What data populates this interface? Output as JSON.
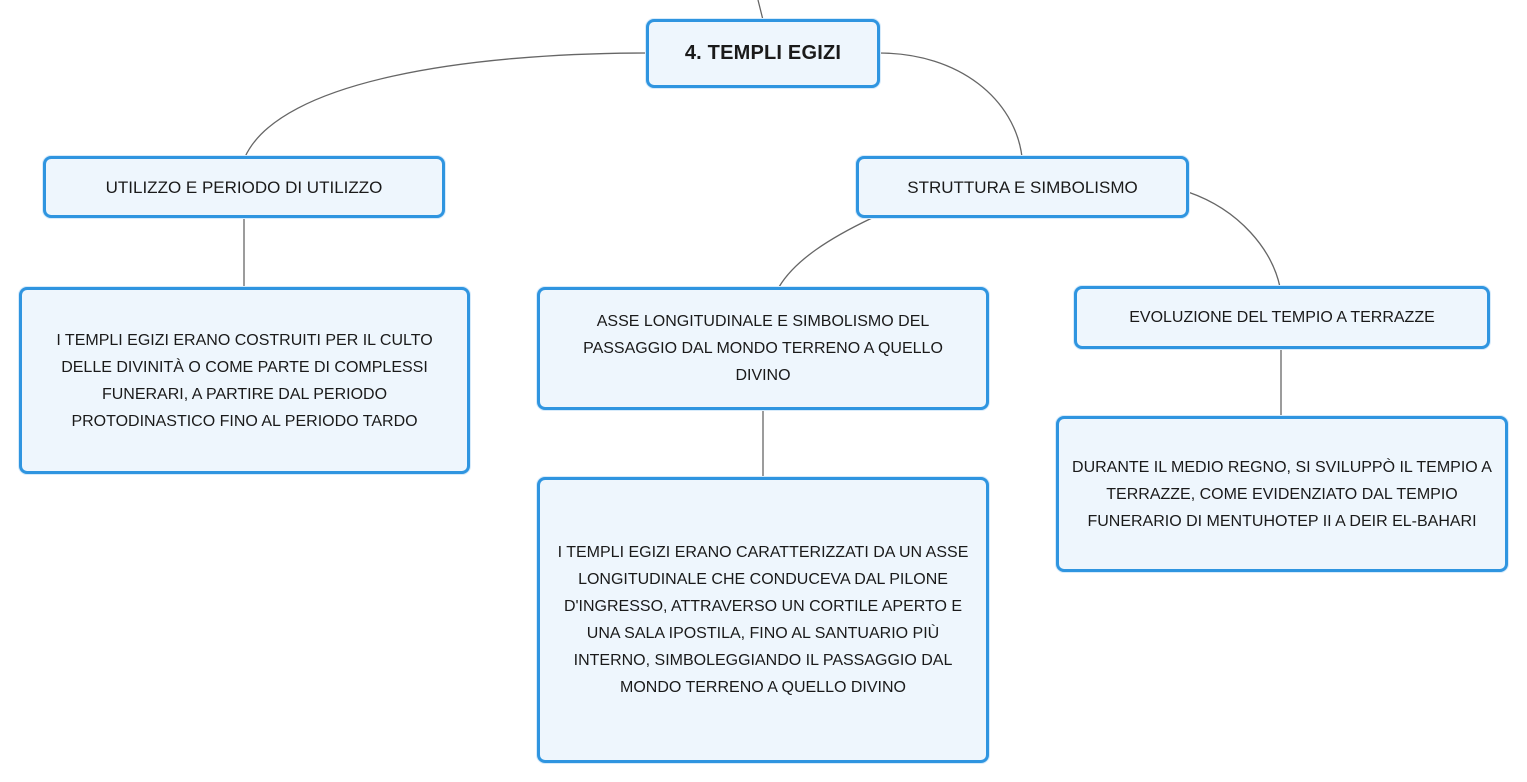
{
  "map": {
    "root": "4. TEMPLI EGIZI",
    "branch_left": "UTILIZZO E PERIODO DI UTILIZZO",
    "branch_left_detail": "I TEMPLI EGIZI ERANO COSTRUITI PER IL CULTO DELLE DIVINITÀ O COME PARTE DI COMPLESSI FUNERARI, A PARTIRE DAL PERIODO PROTODINASTICO FINO AL PERIODO TARDO",
    "branch_right": "STRUTTURA E SIMBOLISMO",
    "sub_axis": "ASSE LONGITUDINALE E SIMBOLISMO DEL PASSAGGIO DAL MONDO TERRENO A QUELLO DIVINO",
    "sub_axis_detail": "I TEMPLI EGIZI ERANO CARATTERIZZATI DA UN ASSE LONGITUDINALE CHE CONDUCEVA DAL PILONE D'INGRESSO, ATTRAVERSO UN CORTILE APERTO E UNA SALA IPOSTILA, FINO AL SANTUARIO PIÙ INTERNO, SIMBOLEGGIANDO IL PASSAGGIO DAL MONDO TERRENO A QUELLO DIVINO",
    "sub_terrace": "EVOLUZIONE DEL TEMPIO A TERRAZZE",
    "sub_terrace_detail": "DURANTE IL MEDIO REGNO, SI SVILUPPÒ IL TEMPIO A TERRAZZE, COME EVIDENZIATO DAL TEMPIO FUNERARIO DI MENTUHOTEP II A DEIR EL-BAHARI"
  },
  "colors": {
    "node_border": "#2f95e0",
    "node_fill": "#eef6fd",
    "connector": "#666666"
  }
}
